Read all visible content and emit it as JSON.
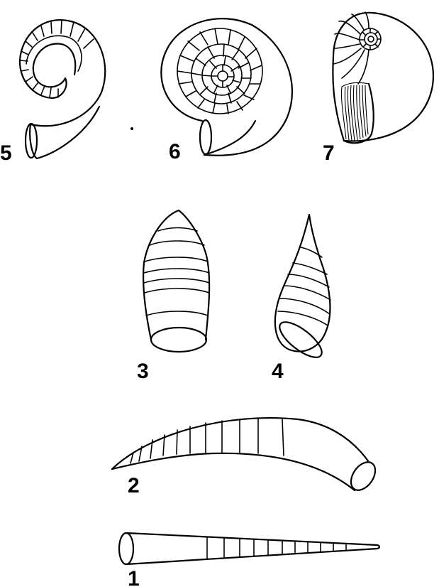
{
  "figure": {
    "labels": {
      "fig1": "1",
      "fig2": "2",
      "fig3": "3",
      "fig4": "4",
      "fig5": "5",
      "fig6": "6",
      "fig7": "7"
    },
    "colors": {
      "ink": "#000000",
      "background": "#ffffff"
    }
  }
}
